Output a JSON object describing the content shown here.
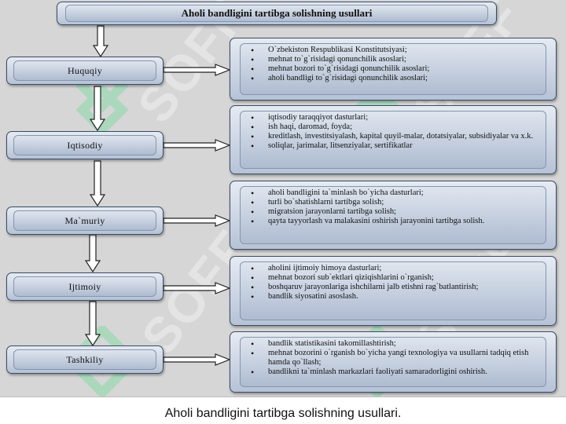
{
  "title": "Aholi bandligini  tartibga solishning usullari",
  "categories": [
    {
      "label": "Huquqiy",
      "items": [
        "O`zbekiston Respublikasi Konstitutsiyasi;",
        "mehnat to`g`risidagi qonunchilik asoslari;",
        "mehnat bozori to`g`risidagi qonunchilik asoslari;",
        "aholi bandligi to`g`risidagi qonunchilik asoslari;"
      ]
    },
    {
      "label": "Iqtisodiy",
      "items": [
        "iqtisodiy taraqqiyot dasturlari;",
        "ish haqi, daromad, foyda;",
        "kreditlash, investitsiyalash, kapital quyil-malar, dotatsiyalar, subsidiyalar va x.k.",
        "soliqlar, jarimalar, litsenziyalar, sertifikatlar"
      ]
    },
    {
      "label": "Ma`muriy",
      "items": [
        "aholi bandligini ta`minlash bo`yicha dasturlari;",
        "turli bo`shatishlarni tartibga solish;",
        "migratsion jarayonlarni tartibga solish;",
        "qayta tayyorlash va malakasini oshirish jarayonini tartibga solish."
      ]
    },
    {
      "label": "Ijtimoiy",
      "items": [
        "aholini ijtimoiy himoya dasturlari;",
        "mehnat bozori sub`ektlari qiziqishlarini o`rganish;",
        "boshqaruv jarayonlariga ishchilarni jalb etishni rag`batlantirish;",
        "bandlik siyosatini asoslash."
      ]
    },
    {
      "label": "Tashkiliy",
      "items": [
        "bandlik statistikasini takomillashtirish;",
        "mehnat bozorini o`rganish bo`yicha yangi texnologiya va usullarni tadqiq etish hamda qo`llash;",
        "bandlikni ta`minlash markazlari faoliyati samaradorligini oshirish."
      ]
    }
  ],
  "watermark": "SOFF",
  "caption": "Aholi bandligini tartibga solishning usullari.",
  "colors": {
    "box_border": "#3c4c68",
    "box_fill": "#c3cedd",
    "background": "#d6d6d6"
  }
}
